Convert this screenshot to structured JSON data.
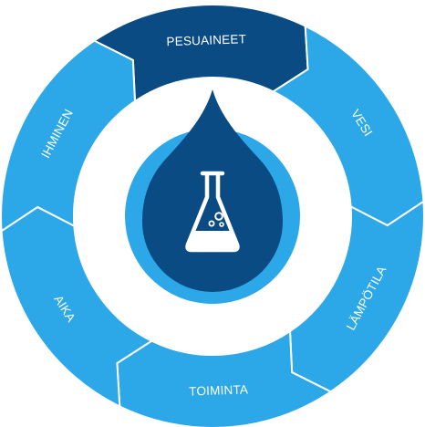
{
  "diagram": {
    "segments": [
      {
        "label": "PESUAINEET",
        "active": true
      },
      {
        "label": "VESI",
        "active": false
      },
      {
        "label": "LÄMPÖTILA",
        "active": false
      },
      {
        "label": "TOIMINTA",
        "active": false
      },
      {
        "label": "AIKA",
        "active": false
      },
      {
        "label": "IHMINEN",
        "active": false
      }
    ],
    "center_icon": "laboratory-flask-icon",
    "colors": {
      "active_segment": "#0a4b84",
      "segment": "#2ca8e8",
      "inner_ring": "#2ca8e8",
      "drop": "#0a4b84",
      "icon": "#ffffff",
      "background": "#ffffff"
    }
  }
}
